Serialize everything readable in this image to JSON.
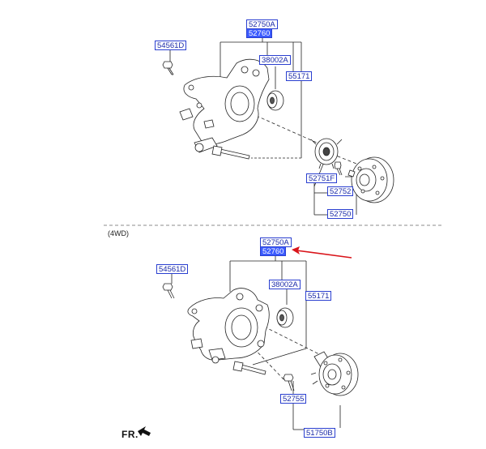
{
  "top": {
    "labels": {
      "main": "52750A",
      "main_sub": "52760",
      "bolt": "54561D",
      "bush": "38002A",
      "knuckle": "55171",
      "hub_a": "52751F",
      "hub_b": "52752",
      "hub_c": "52750"
    }
  },
  "bottom": {
    "section": "(4WD)",
    "labels": {
      "main": "52750A",
      "main_sub": "52760",
      "bolt": "54561D",
      "bush": "38002A",
      "knuckle": "55171",
      "bolt2": "52755",
      "hub": "51750B"
    }
  },
  "direction": "FR.",
  "colors": {
    "label_border": "#2a3fd0",
    "label_text": "#1a2aa8",
    "highlight": "#3b5bff",
    "arrow": "#d9141a"
  },
  "icons": {
    "arrow": "red-pointer-arrow",
    "direction": "front-direction-arrow"
  }
}
